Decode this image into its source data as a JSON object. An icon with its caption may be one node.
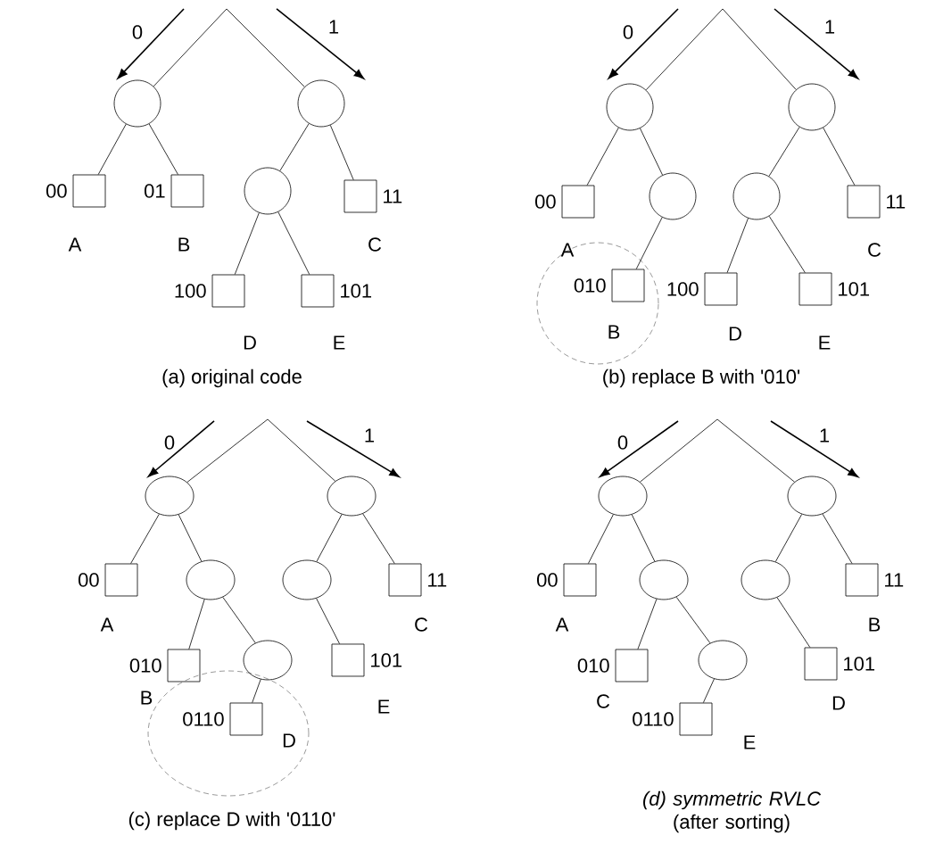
{
  "diagram": {
    "nodes": [
      {
        "text": [],
        "shape": "circle"
      },
      {
        "text": [],
        "shape": "circle"
      },
      {
        "text": [],
        "shape": "box",
        "beside": [
          "00",
          "A"
        ]
      },
      {
        "text": [],
        "shape": "box",
        "beside": [
          "01",
          "B"
        ]
      },
      {
        "text": [],
        "shape": "circle"
      },
      {
        "text": [],
        "shape": "box",
        "beside": [
          "11",
          "C"
        ]
      },
      {
        "text": [],
        "shape": "box",
        "beside": [
          "100",
          "D"
        ]
      },
      {
        "text": [],
        "shape": "box",
        "beside": [
          "101",
          "E"
        ]
      },
      {
        "text": [],
        "shape": "circle"
      },
      {
        "text": [],
        "shape": "circle"
      },
      {
        "text": [],
        "shape": "box",
        "beside": [
          "00",
          "A"
        ]
      },
      {
        "text": [],
        "shape": "circle"
      },
      {
        "text": [],
        "shape": "circle"
      },
      {
        "text": [],
        "shape": "box",
        "beside": [
          "11",
          "C"
        ]
      },
      {
        "text": [],
        "shape": "box",
        "beside": [
          "010",
          "B"
        ]
      },
      {
        "text": [],
        "shape": "box",
        "beside": [
          "100",
          "D"
        ]
      },
      {
        "text": [],
        "shape": "box",
        "beside": [
          "101",
          "E"
        ]
      },
      {
        "text": [],
        "shape": "circle"
      },
      {
        "text": [],
        "shape": "circle"
      },
      {
        "text": [],
        "shape": "box",
        "beside": [
          "00",
          "A"
        ]
      },
      {
        "text": [],
        "shape": "circle"
      },
      {
        "text": [],
        "shape": "circle"
      },
      {
        "text": [],
        "shape": "box",
        "beside": [
          "11",
          "C"
        ]
      },
      {
        "text": [],
        "shape": "box",
        "beside": [
          "010",
          "B"
        ]
      },
      {
        "text": [],
        "shape": "circle"
      },
      {
        "text": [],
        "shape": "box",
        "beside": [
          "101",
          "E"
        ]
      },
      {
        "text": [],
        "shape": "box",
        "beside": [
          "0110",
          "D"
        ]
      },
      {
        "text": [],
        "shape": "circle"
      },
      {
        "text": [],
        "shape": "circle"
      },
      {
        "text": [],
        "shape": "box",
        "beside": [
          "00",
          "A"
        ]
      },
      {
        "text": [],
        "shape": "circle"
      },
      {
        "text": [],
        "shape": "circle"
      },
      {
        "text": [],
        "shape": "box",
        "beside": [
          "11",
          "B"
        ]
      },
      {
        "text": [],
        "shape": "box",
        "beside": [
          "010",
          "C"
        ]
      },
      {
        "text": [],
        "shape": "circle"
      },
      {
        "text": [],
        "shape": "box",
        "beside": [
          "101",
          "D"
        ]
      },
      {
        "text": [],
        "shape": "box",
        "beside": [
          "0110",
          "E"
        ]
      }
    ],
    "edges": [
      {
        "from": null,
        "to": 0,
        "arrow": "none"
      },
      {
        "from": null,
        "to": 1,
        "arrow": "none"
      },
      {
        "from": 0,
        "to": 2,
        "arrow": "none"
      },
      {
        "from": 0,
        "to": 3,
        "arrow": "none"
      },
      {
        "from": 1,
        "to": 4,
        "arrow": "none"
      },
      {
        "from": 1,
        "to": 5,
        "arrow": "none"
      },
      {
        "from": 4,
        "to": 6,
        "arrow": "none"
      },
      {
        "from": 4,
        "to": 7,
        "arrow": "none"
      },
      {
        "from": null,
        "to": 8,
        "arrow": "none"
      },
      {
        "from": null,
        "to": 9,
        "arrow": "none"
      },
      {
        "from": 8,
        "to": 10,
        "arrow": "none"
      },
      {
        "from": 8,
        "to": 11,
        "arrow": "none"
      },
      {
        "from": 9,
        "to": 12,
        "arrow": "none"
      },
      {
        "from": 9,
        "to": 13,
        "arrow": "none"
      },
      {
        "from": 11,
        "to": 14,
        "arrow": "none"
      },
      {
        "from": 12,
        "to": 15,
        "arrow": "none"
      },
      {
        "from": 12,
        "to": 16,
        "arrow": "none"
      },
      {
        "from": null,
        "to": 17,
        "arrow": "none"
      },
      {
        "from": null,
        "to": 18,
        "arrow": "none"
      },
      {
        "from": 17,
        "to": 19,
        "arrow": "none"
      },
      {
        "from": 17,
        "to": 20,
        "arrow": "none"
      },
      {
        "from": 18,
        "to": 21,
        "arrow": "none"
      },
      {
        "from": 18,
        "to": 22,
        "arrow": "none"
      },
      {
        "from": 20,
        "to": 23,
        "arrow": "none"
      },
      {
        "from": 20,
        "to": 24,
        "arrow": "none"
      },
      {
        "from": 21,
        "to": 25,
        "arrow": "none"
      },
      {
        "from": 24,
        "to": 26,
        "arrow": "none"
      },
      {
        "from": null,
        "to": 27,
        "arrow": "none"
      },
      {
        "from": null,
        "to": 28,
        "arrow": "none"
      },
      {
        "from": 27,
        "to": 29,
        "arrow": "none"
      },
      {
        "from": 27,
        "to": 30,
        "arrow": "none"
      },
      {
        "from": 28,
        "to": 31,
        "arrow": "none"
      },
      {
        "from": 28,
        "to": 32,
        "arrow": "none"
      },
      {
        "from": 30,
        "to": 33,
        "arrow": "none"
      },
      {
        "from": 30,
        "to": 34,
        "arrow": "none"
      },
      {
        "from": 31,
        "to": 35,
        "arrow": "none"
      },
      {
        "from": 34,
        "to": 36,
        "arrow": "none"
      }
    ],
    "labels": [
      "0",
      "1",
      "0",
      "1",
      "(a) original code",
      "(b) replace B with '010'",
      "0",
      "1",
      "0",
      "1",
      "(c) replace D with '0110'",
      "*(d) symmetric RVLC* (after sorting)"
    ]
  }
}
